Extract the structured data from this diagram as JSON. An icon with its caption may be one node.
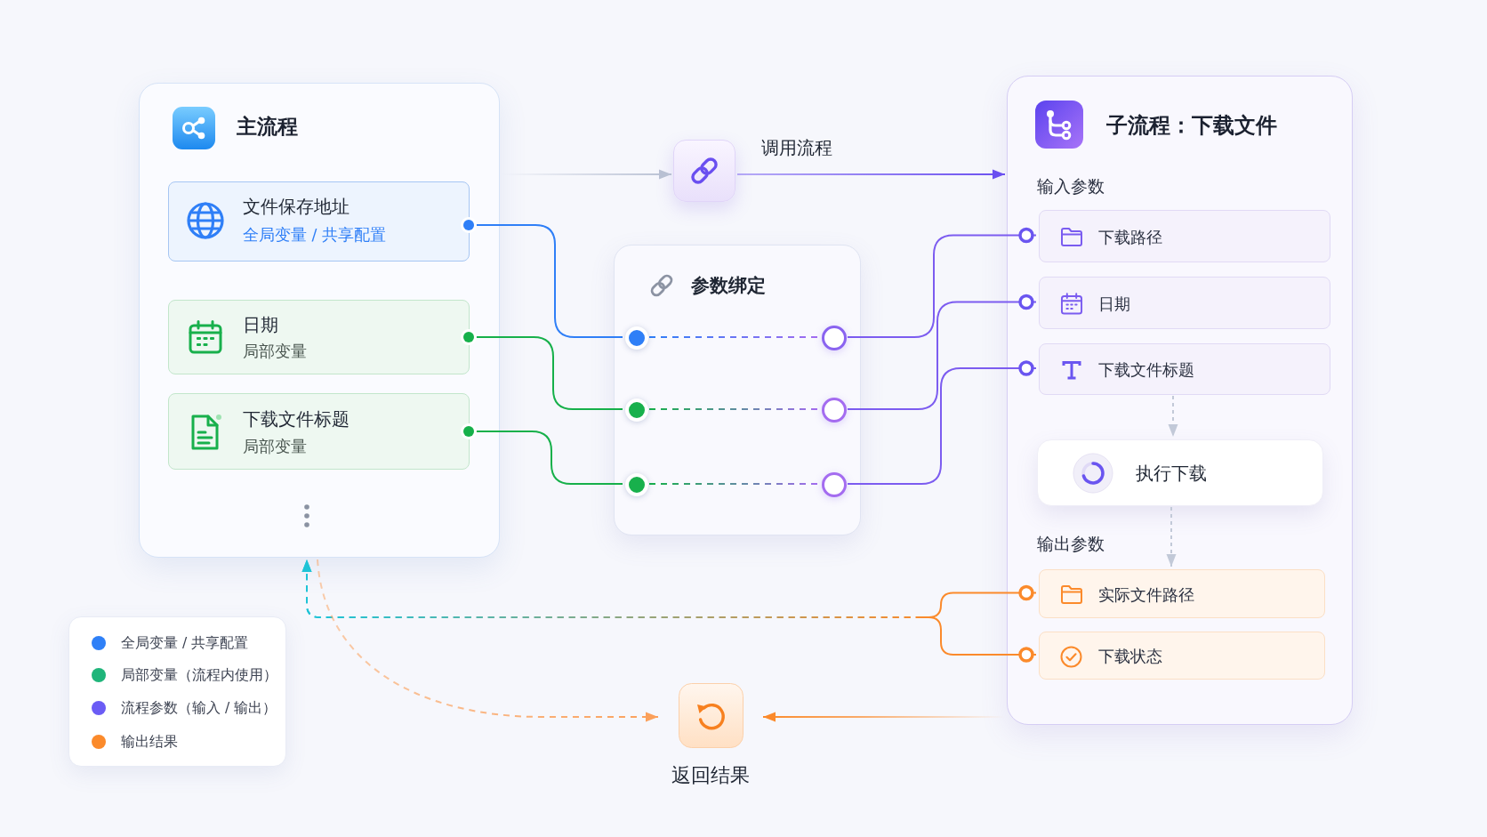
{
  "diagram": {
    "nodes": [
      {
        "text": [
          "主流程"
        ]
      },
      {
        "text": [
          "文件保存地址",
          "全局变量 / 共享配置"
        ],
        "in": 0
      },
      {
        "text": [
          "日期",
          "局部变量"
        ],
        "in": 0
      },
      {
        "text": [
          "下载文件标题",
          "局部变量"
        ],
        "in": 0
      },
      {
        "text": [],
        "shape": "box"
      },
      {
        "text": [
          "参数绑定"
        ]
      },
      {
        "text": [],
        "shape": "circle",
        "in": 5
      },
      {
        "text": [],
        "shape": "circle",
        "in": 5
      },
      {
        "text": [],
        "shape": "circle",
        "in": 5
      },
      {
        "text": [],
        "shape": "circle",
        "in": 5
      },
      {
        "text": [],
        "shape": "circle",
        "in": 5
      },
      {
        "text": [],
        "shape": "circle",
        "in": 5
      },
      {
        "text": [
          "子流程：下载文件",
          "输入参数",
          "输出参数"
        ]
      },
      {
        "text": [
          "下载路径"
        ],
        "in": 12
      },
      {
        "text": [
          "日期"
        ],
        "in": 12
      },
      {
        "text": [
          "下载文件标题"
        ],
        "in": 12
      },
      {
        "text": [
          "执行下载"
        ],
        "in": 12
      },
      {
        "text": [
          "实际文件路径"
        ],
        "in": 12
      },
      {
        "text": [
          "下载状态"
        ],
        "in": 12
      },
      {
        "text": [
          "返回结果"
        ]
      }
    ],
    "edges": [
      {
        "from": 0,
        "to": 4,
        "arrow": "to",
        "color": "#b8c0d3"
      },
      {
        "from": 4,
        "to": 12,
        "arrow": "to",
        "label": "调用流程",
        "color": "#6a4ff0"
      },
      {
        "from": 1,
        "to": 6,
        "arrow": "other",
        "color": "#2f7ff7"
      },
      {
        "from": 2,
        "to": 8,
        "arrow": "other",
        "color": "#16b04a"
      },
      {
        "from": 3,
        "to": 10,
        "arrow": "other",
        "color": "#16b04a"
      },
      {
        "from": 6,
        "to": 7,
        "arrow": "none",
        "style": "dashed",
        "color": "#2f7ff7"
      },
      {
        "from": 8,
        "to": 9,
        "arrow": "none",
        "style": "dashed",
        "color": "#16b04a"
      },
      {
        "from": 10,
        "to": 11,
        "arrow": "none",
        "style": "dashed",
        "color": "#16b04a"
      },
      {
        "from": 7,
        "to": 13,
        "arrow": "other",
        "color": "#7c5cf0"
      },
      {
        "from": 9,
        "to": 14,
        "arrow": "other",
        "color": "#7c5cf0"
      },
      {
        "from": 11,
        "to": 15,
        "arrow": "other",
        "color": "#7c5cf0"
      },
      {
        "from": 15,
        "to": 16,
        "arrow": "to",
        "style": "dashed",
        "color": "#c2c9d8"
      },
      {
        "from": 16,
        "to": 17,
        "arrow": "to",
        "style": "dashed",
        "color": "#c2c9d8"
      },
      {
        "from": 17,
        "to": 0,
        "arrow": "to",
        "style": "dashed",
        "color": "#fb8a2b"
      },
      {
        "from": 18,
        "to": 0,
        "arrow": "to",
        "style": "dashed",
        "color": "#fb8a2b"
      },
      {
        "from": 0,
        "to": 19,
        "arrow": "to",
        "style": "dashed",
        "color": "#fba05a"
      },
      {
        "from": 12,
        "to": 19,
        "arrow": "to",
        "color": "#fb8a2b"
      }
    ],
    "legend": [
      {
        "text": "全局变量 / 共享配置",
        "color": "#2f80f7"
      },
      {
        "text": "局部变量（流程内使用）",
        "color": "#1fb57a"
      },
      {
        "text": "流程参数（输入 / 输出）",
        "color": "#6b5cf5"
      },
      {
        "text": "输出结果",
        "color": "#fb8a2b"
      }
    ]
  }
}
